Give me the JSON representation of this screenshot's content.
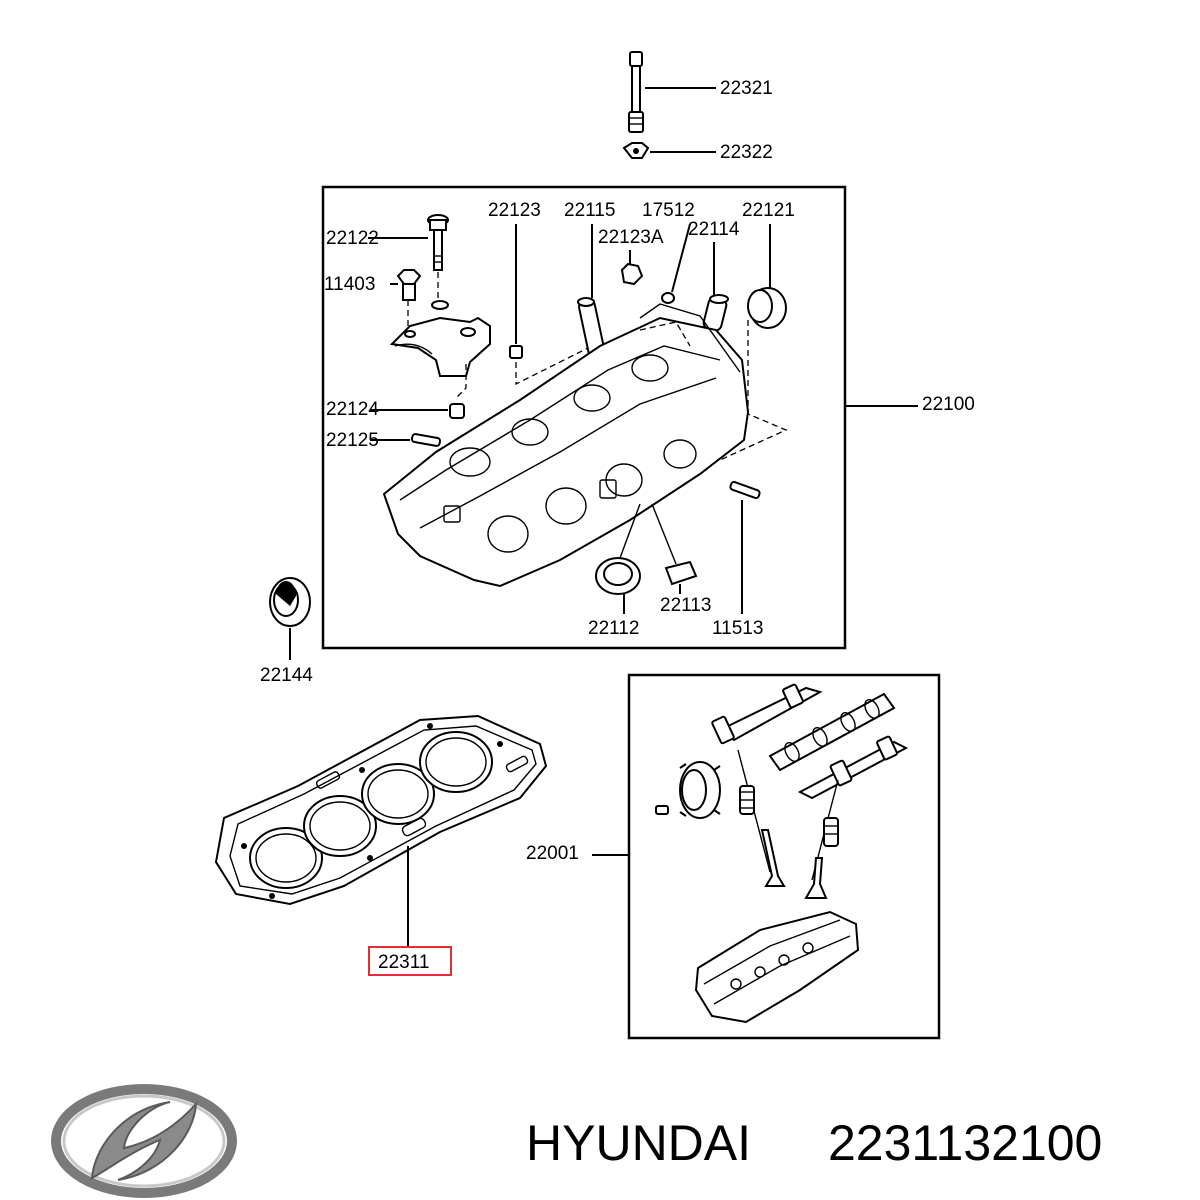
{
  "diagram": {
    "labels": {
      "p22321": "22321",
      "p22322": "22322",
      "p22123": "22123",
      "p22115": "22115",
      "p17512": "17512",
      "p22121": "22121",
      "p22122": "22122",
      "p22123A": "22123A",
      "p22114": "22114",
      "p11403": "11403",
      "p22100": "22100",
      "p22124": "22124",
      "p22125": "22125",
      "p22144": "22144",
      "p22113": "22113",
      "p22112": "22112",
      "p11513": "11513",
      "p22001": "22001",
      "p22311": "22311"
    },
    "highlight_color": "#e03030"
  },
  "footer": {
    "brand": "HYUNDAI",
    "part_number": "2231132100"
  }
}
